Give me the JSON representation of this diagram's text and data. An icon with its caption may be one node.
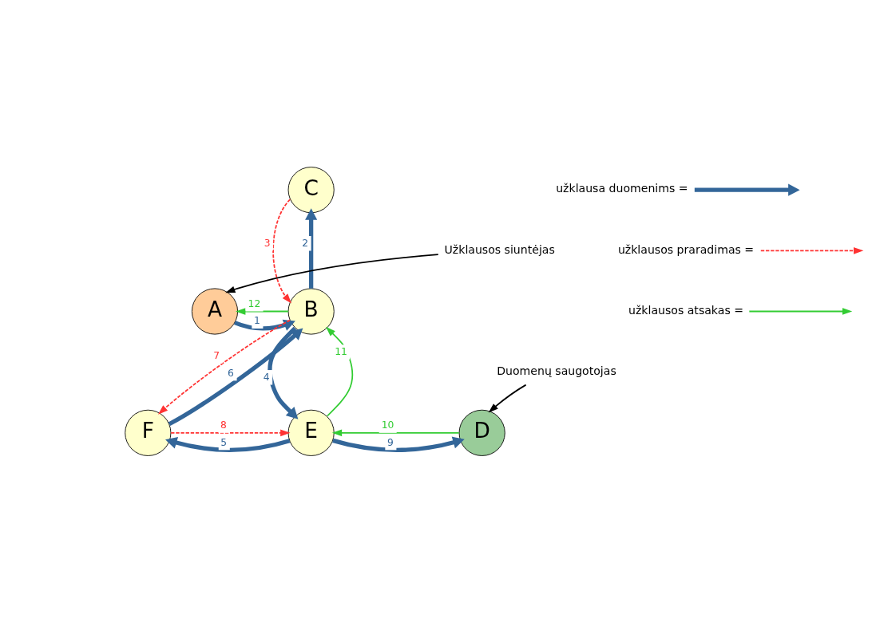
{
  "diagram": {
    "nodes": [
      {
        "text": [
          "A"
        ]
      },
      {
        "text": [
          "B"
        ]
      },
      {
        "text": [
          "C"
        ]
      },
      {
        "text": [
          "D"
        ]
      },
      {
        "text": [
          "E"
        ]
      },
      {
        "text": [
          "F"
        ]
      },
      {
        "text": [
          "Užklausos siuntėjas"
        ]
      },
      {
        "text": [
          "Duomenų saugotojas"
        ]
      }
    ],
    "edges": [
      {
        "from": 0,
        "to": 1,
        "arrow": "to",
        "label": "1",
        "style": "thick",
        "color": "#336699"
      },
      {
        "from": 1,
        "to": 2,
        "arrow": "to",
        "label": "2",
        "style": "thick",
        "color": "#336699"
      },
      {
        "from": 2,
        "to": 1,
        "arrow": "to",
        "label": "3",
        "style": "dashed",
        "color": "#ff3333"
      },
      {
        "from": 1,
        "to": 4,
        "arrow": "to",
        "label": "4",
        "style": "thick",
        "color": "#336699"
      },
      {
        "from": 4,
        "to": 5,
        "arrow": "to",
        "label": "5",
        "style": "thick",
        "color": "#336699"
      },
      {
        "from": 5,
        "to": 1,
        "arrow": "to",
        "label": "6",
        "style": "thick",
        "color": "#336699"
      },
      {
        "from": 1,
        "to": 5,
        "arrow": "to",
        "label": "7",
        "style": "dashed",
        "color": "#ff3333"
      },
      {
        "from": 5,
        "to": 4,
        "arrow": "to",
        "label": "8",
        "style": "dashed",
        "color": "#ff3333"
      },
      {
        "from": 4,
        "to": 3,
        "arrow": "to",
        "label": "9",
        "style": "thick",
        "color": "#336699"
      },
      {
        "from": 3,
        "to": 4,
        "arrow": "to",
        "label": "10",
        "color": "#33cc33"
      },
      {
        "from": 4,
        "to": 1,
        "arrow": "to",
        "label": "11",
        "color": "#33cc33"
      },
      {
        "from": 1,
        "to": 0,
        "arrow": "to",
        "label": "12",
        "color": "#33cc33"
      },
      {
        "from": 6,
        "to": 0,
        "arrow": "to",
        "color": "#000000"
      },
      {
        "from": 7,
        "to": 3,
        "arrow": "to",
        "color": "#000000"
      }
    ],
    "legend": [
      {
        "text": "užklausa duomenims ="
      },
      {
        "text": "užklausos praradimas ="
      },
      {
        "text": "užklausos atsakas ="
      }
    ]
  }
}
